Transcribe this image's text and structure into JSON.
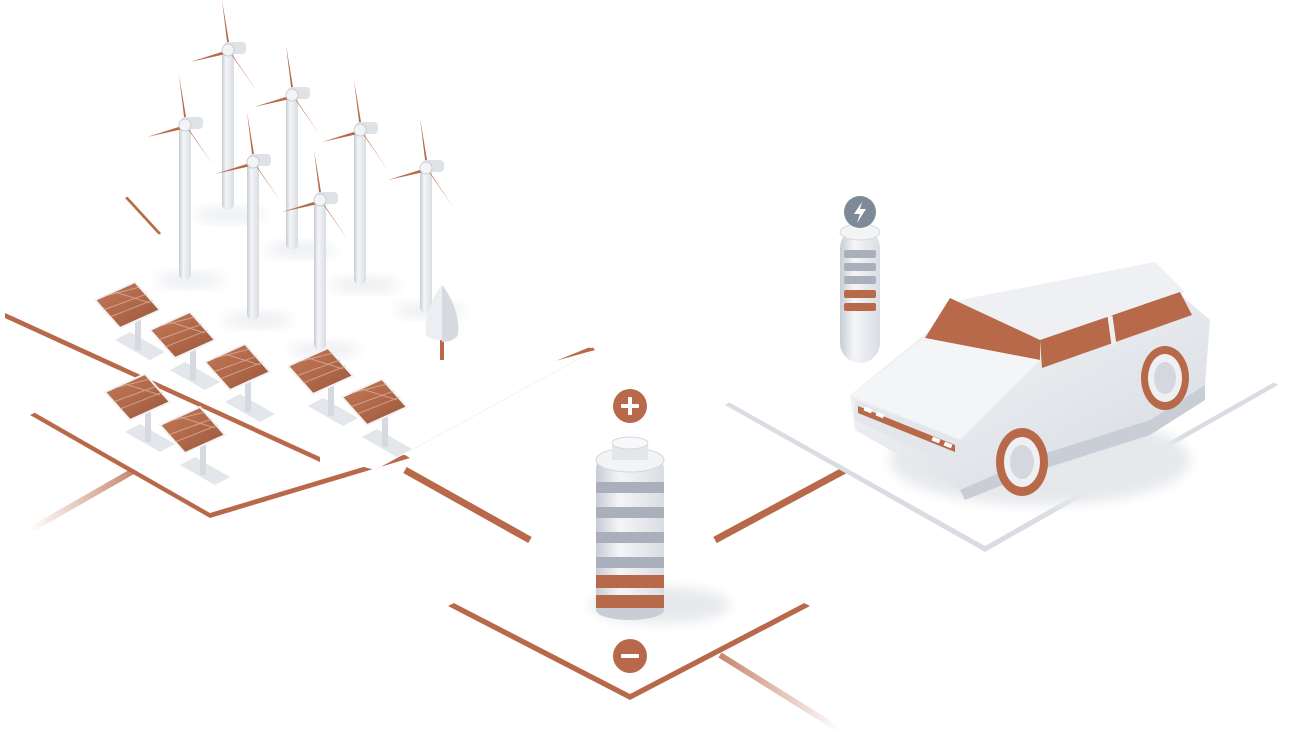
{
  "colors": {
    "background": "#ffffff",
    "platform_top": "#ffffff",
    "platform_edge": "#b8694a",
    "accent": "#b8694a",
    "accent_dark": "#8f4a32",
    "metal_light": "#eef0f3",
    "metal_mid": "#d4d8de",
    "metal_dark": "#a9b0bb",
    "shadow": "#e9ebee",
    "bolt_bg": "#7f8a99"
  },
  "icons": {
    "battery_plus": "plus-icon",
    "battery_minus": "minus-icon",
    "charger_badge": "lightning-bolt-icon"
  },
  "scene": {
    "platforms": [
      "renewables",
      "storage",
      "ev-charging"
    ],
    "wind_turbines": 7,
    "solar_panels": 7,
    "battery_charge_bands": 2,
    "charger_charge_bands": 2
  }
}
